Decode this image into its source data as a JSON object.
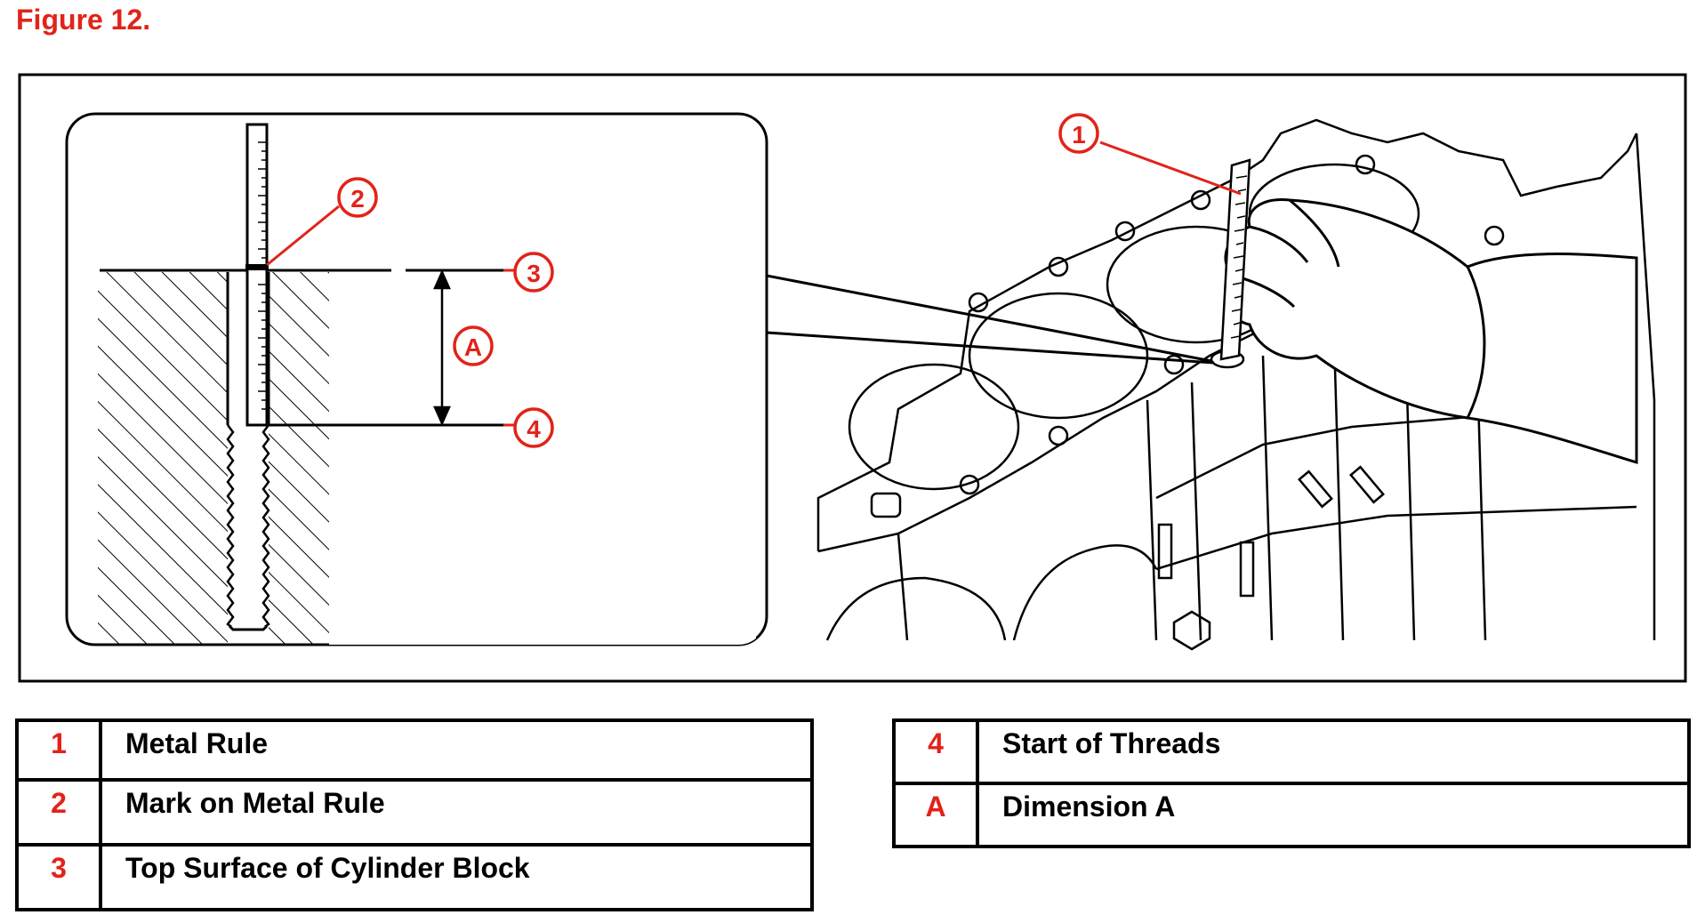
{
  "figure_title": "Figure 12.",
  "colors": {
    "accent_red": "#e2231a",
    "line": "#000000"
  },
  "callouts": {
    "c1": "1",
    "c2": "2",
    "c3": "3",
    "c4": "4",
    "cA": "A"
  },
  "legend": {
    "left": [
      {
        "num": "1",
        "label": "Metal Rule"
      },
      {
        "num": "2",
        "label": "Mark on Metal Rule"
      },
      {
        "num": "3",
        "label": "Top Surface of Cylinder Block"
      }
    ],
    "right": [
      {
        "num": "4",
        "label": "Start of Threads"
      },
      {
        "num": "A",
        "label": "Dimension A"
      }
    ]
  }
}
